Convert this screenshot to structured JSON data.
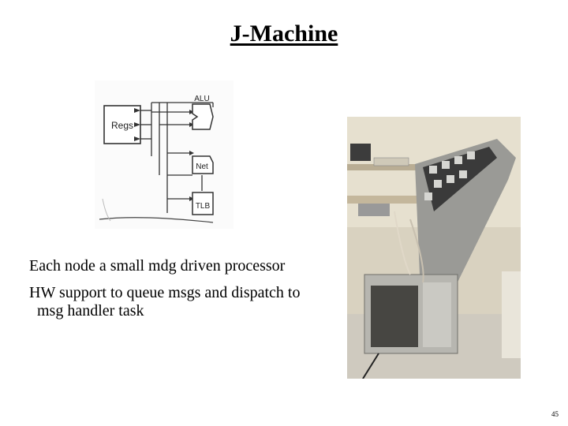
{
  "slide": {
    "title": "J-Machine",
    "bullets": [
      "Each node a small mdg driven processor",
      "HW support to queue msgs and dispatch to msg handler task"
    ],
    "page_number": "45"
  },
  "diagram": {
    "labels": {
      "regs": "Regs",
      "alu": "ALU",
      "net": "Net",
      "tlb": "TLB"
    }
  },
  "photo": {
    "subject": "J-Machine hardware cabinet"
  }
}
